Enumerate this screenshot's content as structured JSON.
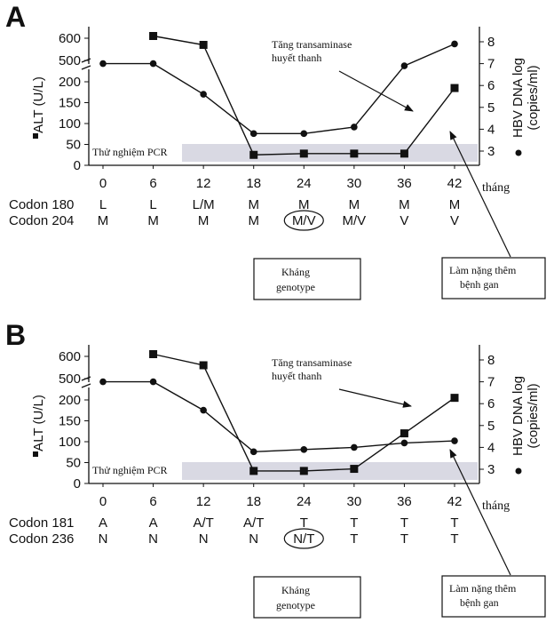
{
  "chart_data": [
    {
      "panel_label": "A",
      "type": "line",
      "x": [
        0,
        6,
        12,
        18,
        24,
        30,
        36,
        42
      ],
      "x_tick_labels": [
        "0",
        "6",
        "12",
        "18",
        "24",
        "30",
        "36",
        "42"
      ],
      "xlabel": "tháng",
      "ylabel_left": "ALT (U/L)",
      "ylabel_right": "HBV DNA log (copies/ml)",
      "left_ticks": [
        "0",
        "50",
        "100",
        "150",
        "200",
        "500",
        "600"
      ],
      "right_ticks": [
        "3",
        "4",
        "5",
        "6",
        "7",
        "8"
      ],
      "series": [
        {
          "axis": "left",
          "marker": "square",
          "x": [
            6,
            12,
            18,
            24,
            30,
            36,
            42
          ],
          "values": [
            610,
            570,
            25,
            28,
            28,
            28,
            185
          ]
        },
        {
          "axis": "right",
          "marker": "circle",
          "x": [
            0,
            6,
            12,
            18,
            24,
            30,
            36,
            42
          ],
          "values": [
            7.0,
            7.0,
            5.6,
            3.8,
            3.8,
            4.1,
            6.9,
            7.9
          ]
        }
      ],
      "pcr_label": "Thử nghiệm PCR",
      "codons": [
        {
          "label": "Codon 180",
          "values": [
            "L",
            "L",
            "L/M",
            "M",
            "M",
            "M",
            "M",
            "M"
          ]
        },
        {
          "label": "Codon 204",
          "values": [
            "M",
            "M",
            "M",
            "M",
            "M/V",
            "M/V",
            "V",
            "V"
          ]
        }
      ],
      "callouts": {
        "transaminase": "Tăng transaminase huyết thanh",
        "resistance": "Kháng genotype",
        "worsening": "Làm nặng thêm bệnh gan"
      }
    },
    {
      "panel_label": "B",
      "type": "line",
      "x": [
        0,
        6,
        12,
        18,
        24,
        30,
        36,
        42
      ],
      "x_tick_labels": [
        "0",
        "6",
        "12",
        "18",
        "24",
        "30",
        "36",
        "42"
      ],
      "xlabel": "tháng",
      "ylabel_left": "ALT (U/L)",
      "ylabel_right": "HBV DNA log (copies/ml)",
      "left_ticks": [
        "0",
        "50",
        "100",
        "150",
        "200",
        "500",
        "600"
      ],
      "right_ticks": [
        "3",
        "4",
        "5",
        "6",
        "7",
        "8"
      ],
      "series": [
        {
          "axis": "left",
          "marker": "square",
          "x": [
            6,
            12,
            18,
            24,
            30,
            36,
            42
          ],
          "values": [
            610,
            560,
            30,
            30,
            35,
            120,
            205
          ]
        },
        {
          "axis": "right",
          "marker": "circle",
          "x": [
            0,
            6,
            12,
            18,
            24,
            30,
            36,
            42
          ],
          "values": [
            7.0,
            7.0,
            5.7,
            3.8,
            3.9,
            4.0,
            4.2,
            4.3
          ]
        }
      ],
      "pcr_label": "Thử nghiệm PCR",
      "codons": [
        {
          "label": "Codon 181",
          "values": [
            "A",
            "A",
            "A/T",
            "A/T",
            "T",
            "T",
            "T",
            "T"
          ]
        },
        {
          "label": "Codon 236",
          "values": [
            "N",
            "N",
            "N",
            "N",
            "N/T",
            "T",
            "T",
            "T"
          ]
        }
      ],
      "callouts": {
        "transaminase": "Tăng transaminase huyết thanh",
        "resistance": "Kháng genotype",
        "worsening": "Làm nặng thêm bệnh gan"
      }
    }
  ]
}
